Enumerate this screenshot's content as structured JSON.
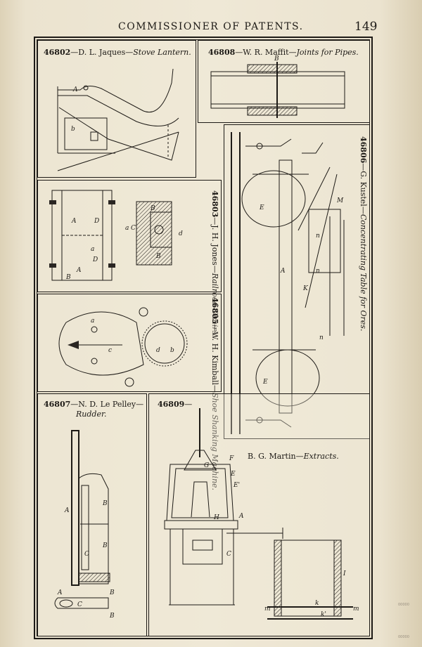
{
  "header": {
    "running_head": "COMMISSIONER OF PATENTS.",
    "page_number": "149"
  },
  "figures": {
    "f46802": {
      "number": "46802",
      "separator": "—D. L. Jaques—",
      "title": "Stove Lantern."
    },
    "f46808": {
      "number": "46808",
      "separator": "—W. R. Maffit—",
      "title": "Joints for Pipes."
    },
    "f46806": {
      "number": "46806",
      "separator": "—G. Kustel—",
      "title": "Concentrating Table for Ores."
    },
    "f46803": {
      "number": "46803",
      "separator": "—J. H. Jones—",
      "title": "Railroad Chairs."
    },
    "f46805": {
      "number": "46805",
      "separator": "—W. H. Kimball—",
      "title": "Shoe Shanking Machine."
    },
    "f46807": {
      "number": "46807",
      "separator": "—N. D. Le Pelley—",
      "title": "Rudder."
    },
    "f46809": {
      "number": "46809",
      "separator": "—",
      "author_title": "B. G. Martin—",
      "title": "Extracts."
    }
  },
  "labels": {
    "lantern": [
      "A",
      "b"
    ],
    "pipes": [
      "B"
    ],
    "chairs": [
      "A",
      "D",
      "a",
      "D",
      "A",
      "B",
      "a",
      "C",
      "d",
      "B",
      "B"
    ],
    "shoe": [
      "a",
      "c",
      "b",
      "d"
    ],
    "table": [
      "E",
      "A",
      "K",
      "E",
      "M",
      "n",
      "n",
      "n"
    ],
    "rudder": [
      "A",
      "B",
      "B",
      "C",
      "A",
      "B",
      "C",
      "B"
    ],
    "extracts": [
      "F",
      "G",
      "E",
      "E'",
      "H",
      "A",
      "C",
      "I",
      "k",
      "k'",
      "m",
      "m"
    ]
  },
  "stamps": [
    "00000",
    "00000"
  ]
}
